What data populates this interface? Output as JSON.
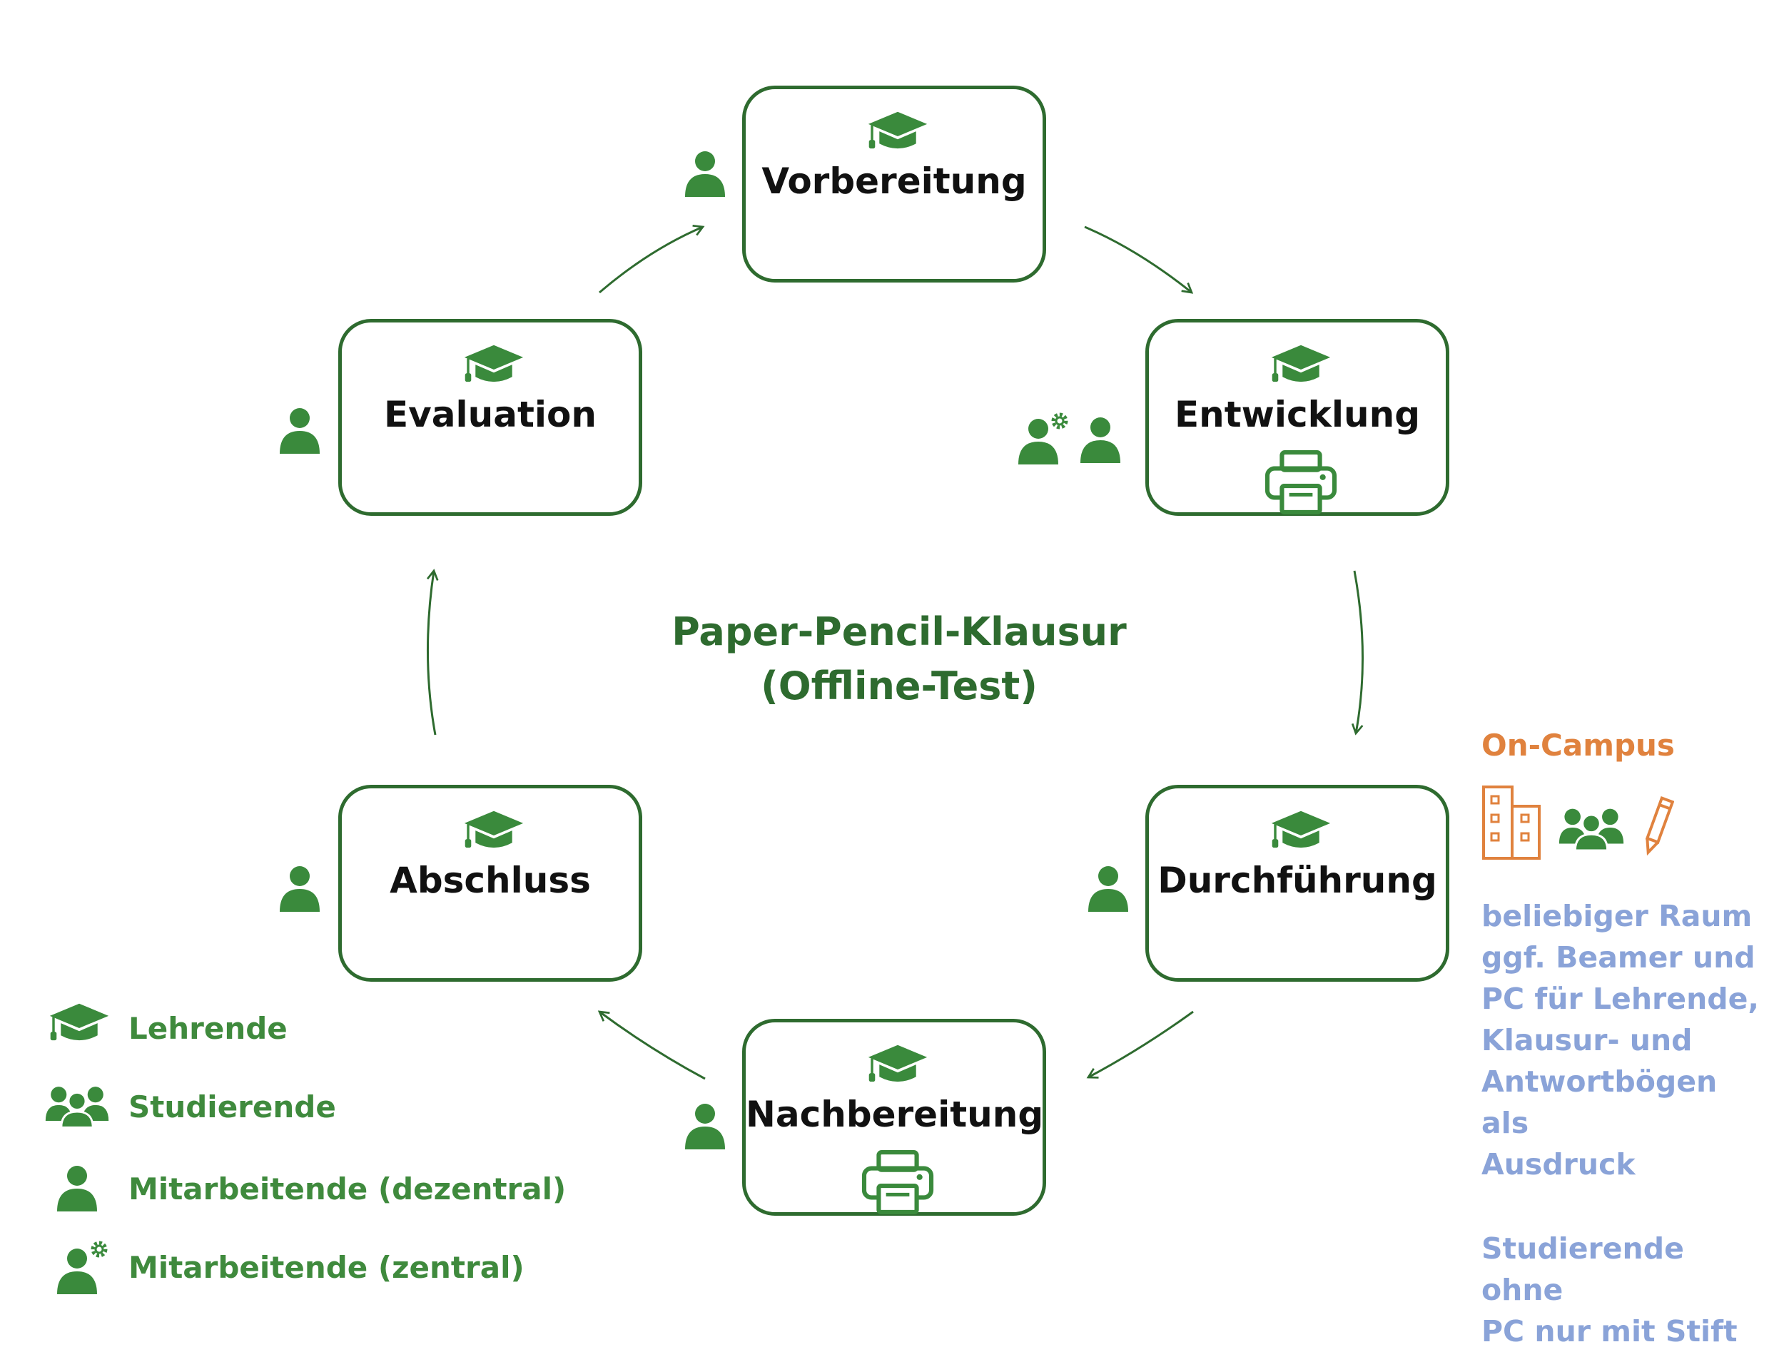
{
  "center": {
    "line1": "Paper-Pencil-Klausur",
    "line2": "(Offline-Test)"
  },
  "phases": [
    {
      "id": "vorbereitung",
      "label": "Vorbereitung",
      "icons": [
        "graduation-cap-icon",
        "person-icon"
      ]
    },
    {
      "id": "entwicklung",
      "label": "Entwicklung",
      "icons": [
        "graduation-cap-icon",
        "printer-icon",
        "person-gear-icon",
        "person-icon"
      ]
    },
    {
      "id": "durchfuehrung",
      "label": "Durchführung",
      "icons": [
        "graduation-cap-icon",
        "person-icon"
      ]
    },
    {
      "id": "nachbereitung",
      "label": "Nachbereitung",
      "icons": [
        "graduation-cap-icon",
        "printer-icon",
        "person-icon"
      ]
    },
    {
      "id": "abschluss",
      "label": "Abschluss",
      "icons": [
        "graduation-cap-icon",
        "person-icon"
      ]
    },
    {
      "id": "evaluation",
      "label": "Evaluation",
      "icons": [
        "graduation-cap-icon",
        "person-icon"
      ]
    }
  ],
  "legend": [
    {
      "icon": "graduation-cap-icon",
      "label": "Lehrende"
    },
    {
      "icon": "group-icon",
      "label": "Studierende"
    },
    {
      "icon": "person-icon",
      "label": "Mitarbeitende (dezentral)"
    },
    {
      "icon": "person-gear-icon",
      "label": "Mitarbeitende (zentral)"
    }
  ],
  "on_campus": {
    "title": "On-Campus",
    "icons": [
      "building-icon",
      "group-icon",
      "pencil-icon"
    ],
    "lines": [
      "beliebiger Raum",
      "ggf. Beamer und",
      "PC für Lehrende,",
      "Klausur- und",
      "Antwortbögen als",
      "Ausdruck"
    ],
    "lines2": [
      "Studierende ohne",
      "PC nur mit Stift"
    ]
  },
  "colors": {
    "green_dark": "#2e6b2f",
    "green_icon": "#3a8a3c",
    "orange": "#e0823e",
    "blue": "#8aa3d8"
  }
}
